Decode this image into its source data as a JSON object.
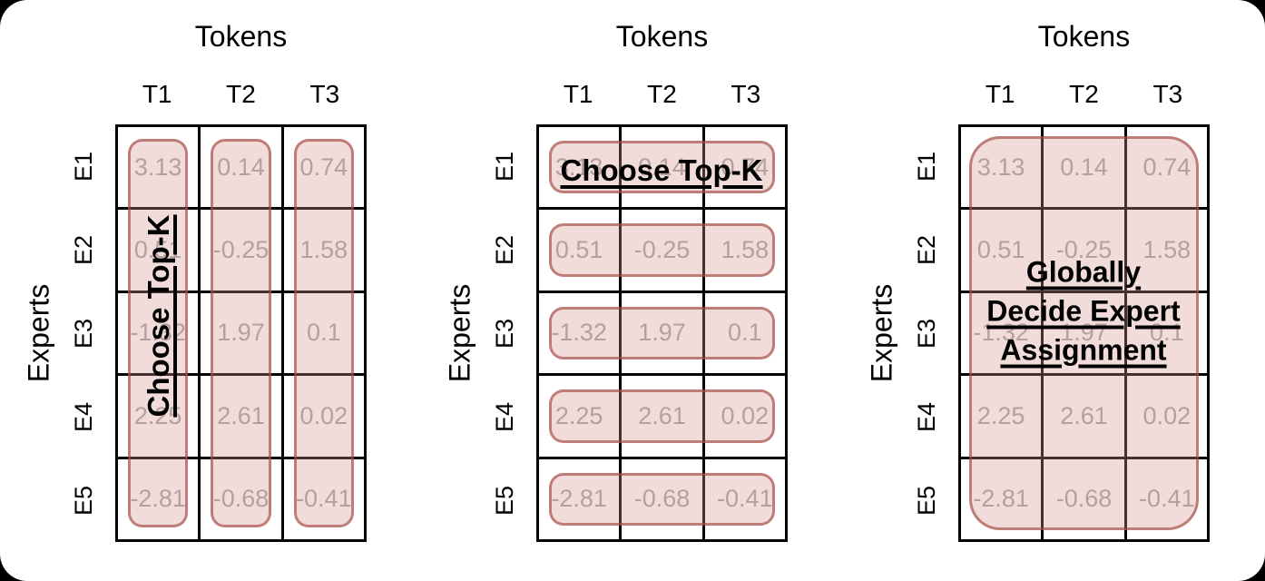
{
  "colors": {
    "outer_bg": "#000000",
    "page_bg": "#ffffff",
    "line": "#000000",
    "value_text": "#a6a6a6",
    "highlight_fill": "rgba(214,148,142,0.33)",
    "highlight_border": "rgba(159,68,62,0.62)"
  },
  "panels": [
    {
      "id": "topk-per-token",
      "tokens_title": "Tokens",
      "experts_title": "Experts",
      "col_labels": [
        "T1",
        "T2",
        "T3"
      ],
      "row_labels": [
        "E1",
        "E2",
        "E3",
        "E4",
        "E5"
      ],
      "values": [
        [
          "3.13",
          "0.14",
          "0.74"
        ],
        [
          "0.51",
          "-0.25",
          "1.58"
        ],
        [
          "-1.32",
          "1.97",
          "0.1"
        ],
        [
          "2.25",
          "2.61",
          "0.02"
        ],
        [
          "-2.81",
          "-0.68",
          "-0.41"
        ]
      ],
      "highlight_mode": "columns",
      "annotation_lines": [
        "Choose Top-K"
      ]
    },
    {
      "id": "topk-per-expert",
      "tokens_title": "Tokens",
      "experts_title": "Experts",
      "col_labels": [
        "T1",
        "T2",
        "T3"
      ],
      "row_labels": [
        "E1",
        "E2",
        "E3",
        "E4",
        "E5"
      ],
      "values": [
        [
          "3.13",
          "0.14",
          "0.74"
        ],
        [
          "0.51",
          "-0.25",
          "1.58"
        ],
        [
          "-1.32",
          "1.97",
          "0.1"
        ],
        [
          "2.25",
          "2.61",
          "0.02"
        ],
        [
          "-2.81",
          "-0.68",
          "-0.41"
        ]
      ],
      "highlight_mode": "rows",
      "annotation_lines": [
        "Choose Top-K"
      ]
    },
    {
      "id": "global-assignment",
      "tokens_title": "Tokens",
      "experts_title": "Experts",
      "col_labels": [
        "T1",
        "T2",
        "T3"
      ],
      "row_labels": [
        "E1",
        "E2",
        "E3",
        "E4",
        "E5"
      ],
      "values": [
        [
          "3.13",
          "0.14",
          "0.74"
        ],
        [
          "0.51",
          "-0.25",
          "1.58"
        ],
        [
          "-1.32",
          "1.97",
          "0.1"
        ],
        [
          "2.25",
          "2.61",
          "0.02"
        ],
        [
          "-2.81",
          "-0.68",
          "-0.41"
        ]
      ],
      "highlight_mode": "full",
      "annotation_lines": [
        "Globally",
        "Decide Expert",
        "Assignment"
      ]
    }
  ]
}
